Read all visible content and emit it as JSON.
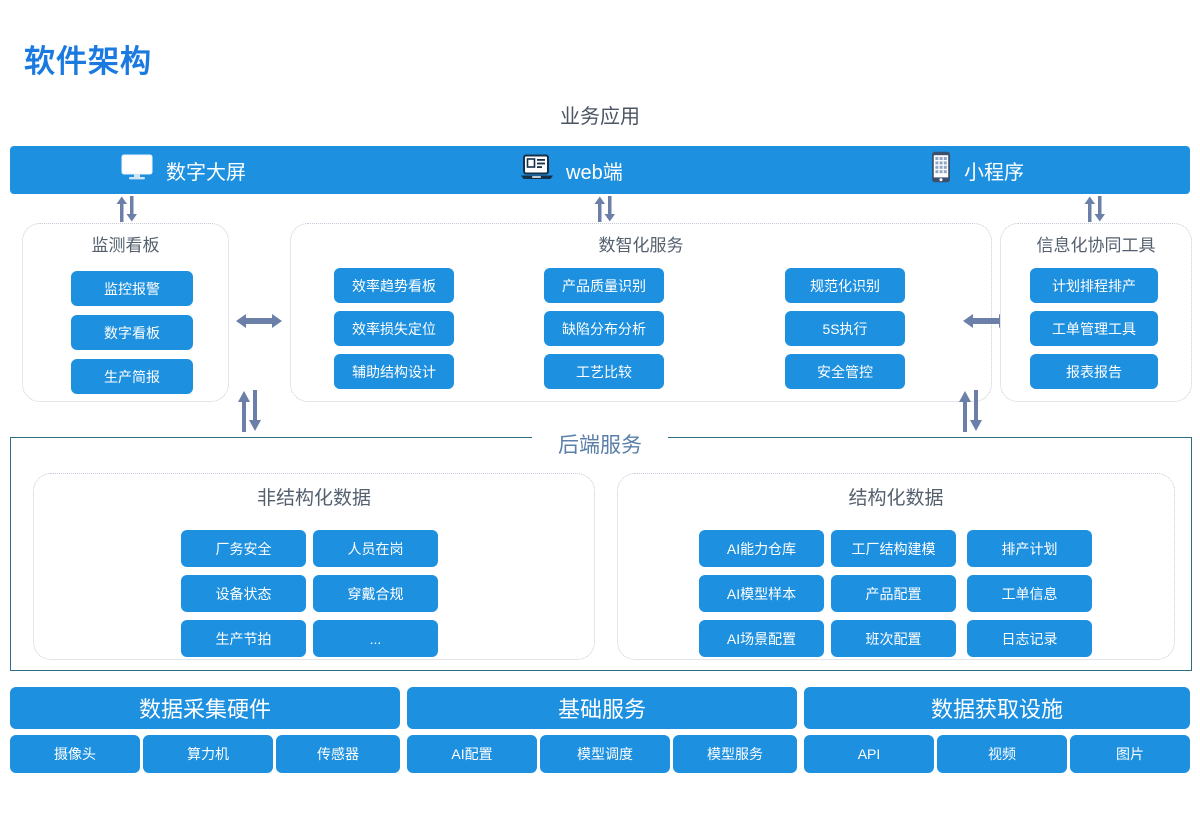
{
  "title": "软件架构",
  "colors": {
    "title_blue": "#1b7ae0",
    "chip_blue": "#1e90e0",
    "arrow_slate": "#6b7fa8",
    "backend_border": "#2f6f85",
    "panel_border": "#c3c9d6"
  },
  "apps": {
    "caption": "业务应用",
    "items": [
      {
        "label": "数字大屏",
        "icon": "monitor-icon"
      },
      {
        "label": "web端",
        "icon": "laptop-icon"
      },
      {
        "label": "小程序",
        "icon": "smartphone-icon"
      }
    ]
  },
  "service_layer": {
    "monitor_panel": {
      "title": "监测看板",
      "chips": [
        "监控报警",
        "数字看板",
        "生产简报"
      ]
    },
    "smart_panel": {
      "title": "数智化服务",
      "columns": [
        [
          "效率趋势看板",
          "效率损失定位",
          "辅助结构设计"
        ],
        [
          "产品质量识别",
          "缺陷分布分析",
          "工艺比较"
        ],
        [
          "规范化识别",
          "5S执行",
          "安全管控"
        ]
      ]
    },
    "collab_panel": {
      "title": "信息化协同工具",
      "chips": [
        "计划排程排产",
        "工单管理工具",
        "报表报告"
      ]
    }
  },
  "backend": {
    "title": "后端服务",
    "unstructured": {
      "title": "非结构化数据",
      "columns": [
        [
          "厂务安全",
          "设备状态",
          "生产节拍"
        ],
        [
          "人员在岗",
          "穿戴合规",
          "..."
        ]
      ]
    },
    "structured": {
      "title": "结构化数据",
      "columns": [
        [
          "AI能力仓库",
          "AI模型样本",
          "AI场景配置"
        ],
        [
          "工厂结构建模",
          "产品配置",
          "班次配置"
        ],
        [
          "排产计划",
          "工单信息",
          "日志记录"
        ]
      ]
    }
  },
  "foundation": [
    {
      "title": "数据采集硬件",
      "items": [
        "摄像头",
        "算力机",
        "传感器"
      ]
    },
    {
      "title": "基础服务",
      "items": [
        "AI配置",
        "模型调度",
        "模型服务"
      ]
    },
    {
      "title": "数据获取设施",
      "items": [
        "API",
        "视频",
        "图片"
      ]
    }
  ]
}
